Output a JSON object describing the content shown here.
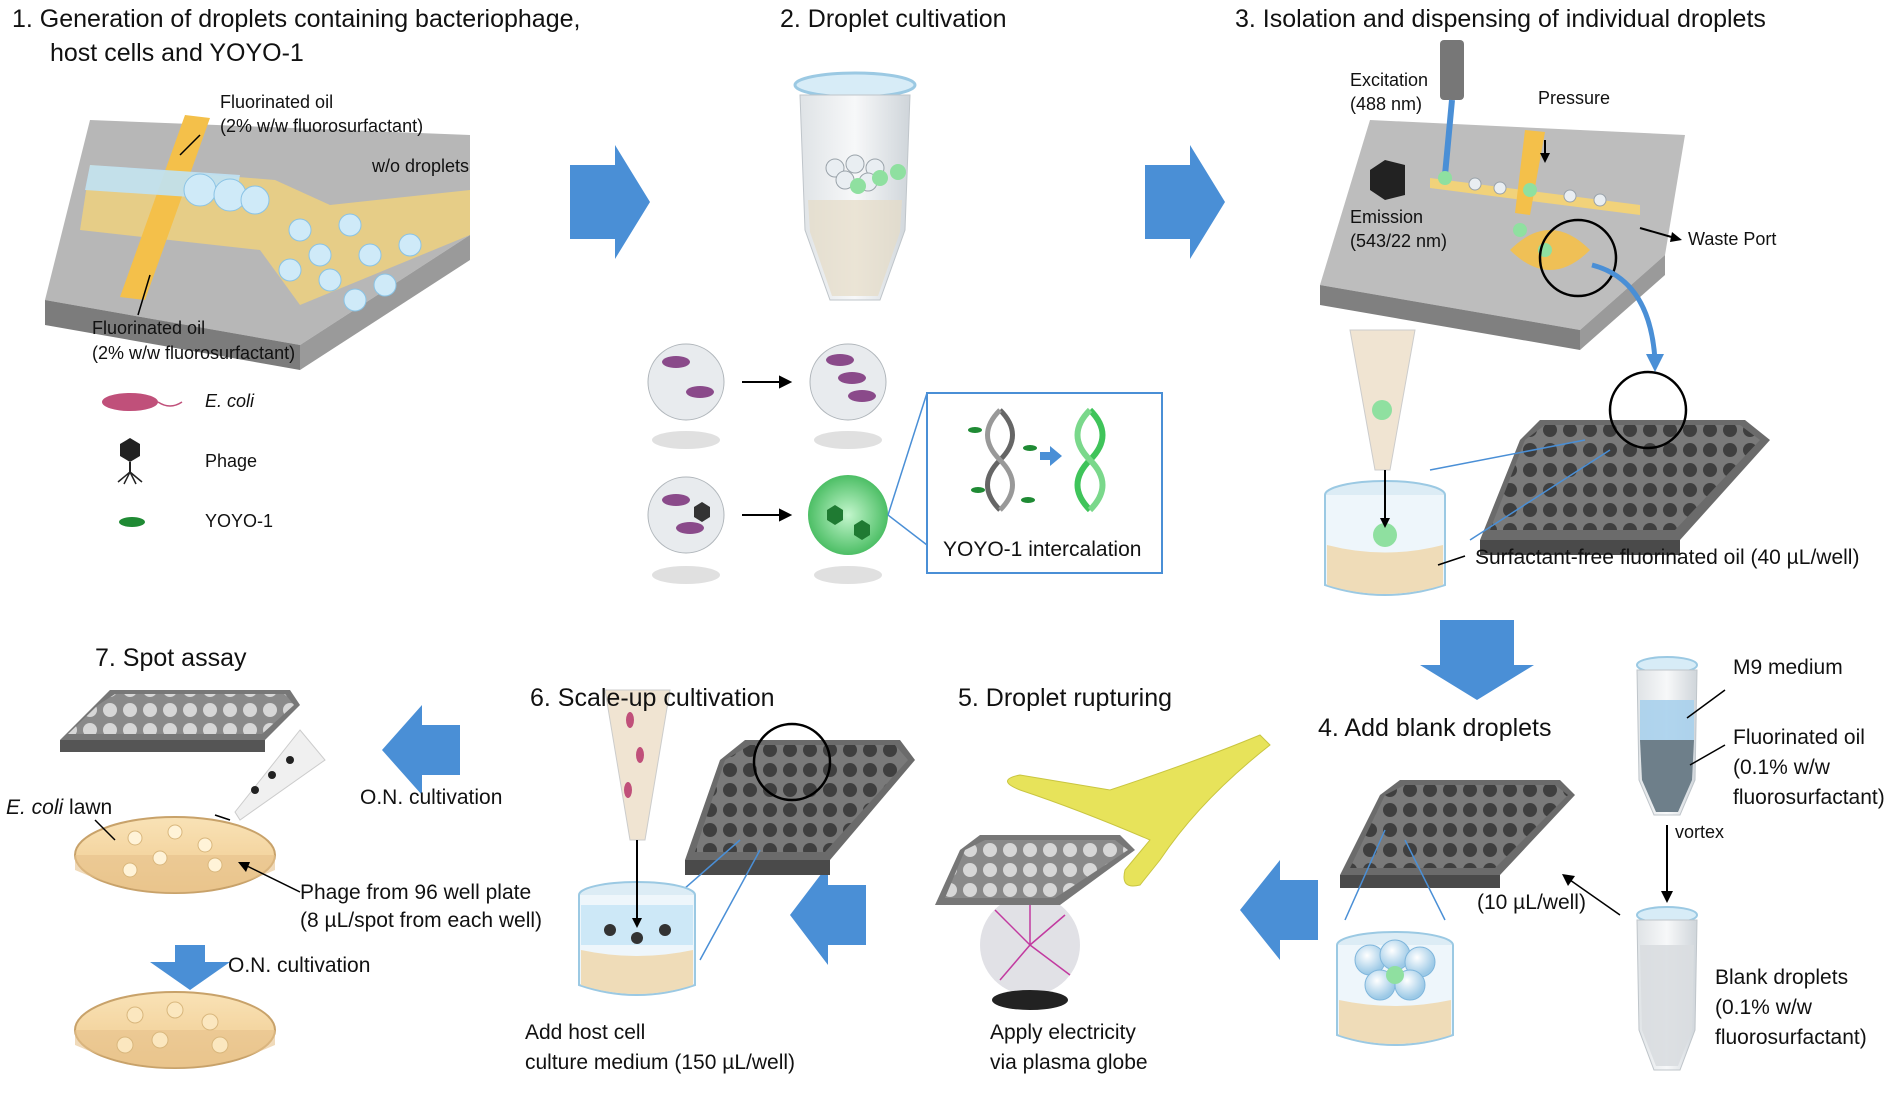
{
  "steps": {
    "s1": "1. Generation of droplets containing bacteriophage,",
    "s1b": "host cells and YOYO-1",
    "s2": "2. Droplet cultivation",
    "s3": "3. Isolation and dispensing of individual droplets",
    "s4": "4. Add blank droplets",
    "s5": "5. Droplet rupturing",
    "s6": "6. Scale-up cultivation",
    "s7": "7. Spot assay"
  },
  "panel1": {
    "oil_top_1": "Fluorinated oil",
    "oil_top_2": "(2% w/w fluorosurfactant)",
    "wo_droplets": "w/o droplets",
    "oil_bottom_1": "Fluorinated oil",
    "oil_bottom_2": "(2% w/w fluorosurfactant)",
    "legend_ecoli": "E. coli",
    "legend_phage": "Phage",
    "legend_yoyo": "YOYO-1"
  },
  "panel2": {
    "intercalation": "YOYO-1 intercalation"
  },
  "panel3": {
    "excitation_1": "Excitation",
    "excitation_2": "(488 nm)",
    "pressure": "Pressure",
    "emission_1": "Emission",
    "emission_2": "(543/22 nm)",
    "waste": "Waste Port",
    "surfactant_free": "Surfactant-free fluorinated oil (40 µL/well)"
  },
  "panel4": {
    "m9": "M9 medium",
    "oil_1": "Fluorinated oil",
    "oil_2": "(0.1% w/w",
    "oil_3": "fluorosurfactant)",
    "vortex": "vortex",
    "volume": "(10 µL/well)",
    "blank_1": "Blank droplets",
    "blank_2": "(0.1% w/w",
    "blank_3": "fluorosurfactant)"
  },
  "panel5": {
    "apply_1": "Apply electricity",
    "apply_2": "via plasma globe"
  },
  "panel6": {
    "add_1": "Add host cell",
    "add_2": "culture medium (150 µL/well)"
  },
  "panel7": {
    "on_cultivation_a": "O.N. cultivation",
    "ecoli_lawn_a": "E. coli",
    "ecoli_lawn_b": " lawn",
    "phage_1": "Phage from 96 well plate",
    "phage_2": "(8 µL/spot from each well)",
    "on_cultivation_b": "O.N. cultivation"
  },
  "colors": {
    "arrow_blue": "#4a8fd6",
    "oil_yellow": "#f4c04a",
    "plate_gray": "#6b6b6b",
    "yoyo_green": "#2db34a",
    "ecoli_pink": "#c0507a",
    "glove": "#e7e35a",
    "agar": "#f6d8a6"
  }
}
